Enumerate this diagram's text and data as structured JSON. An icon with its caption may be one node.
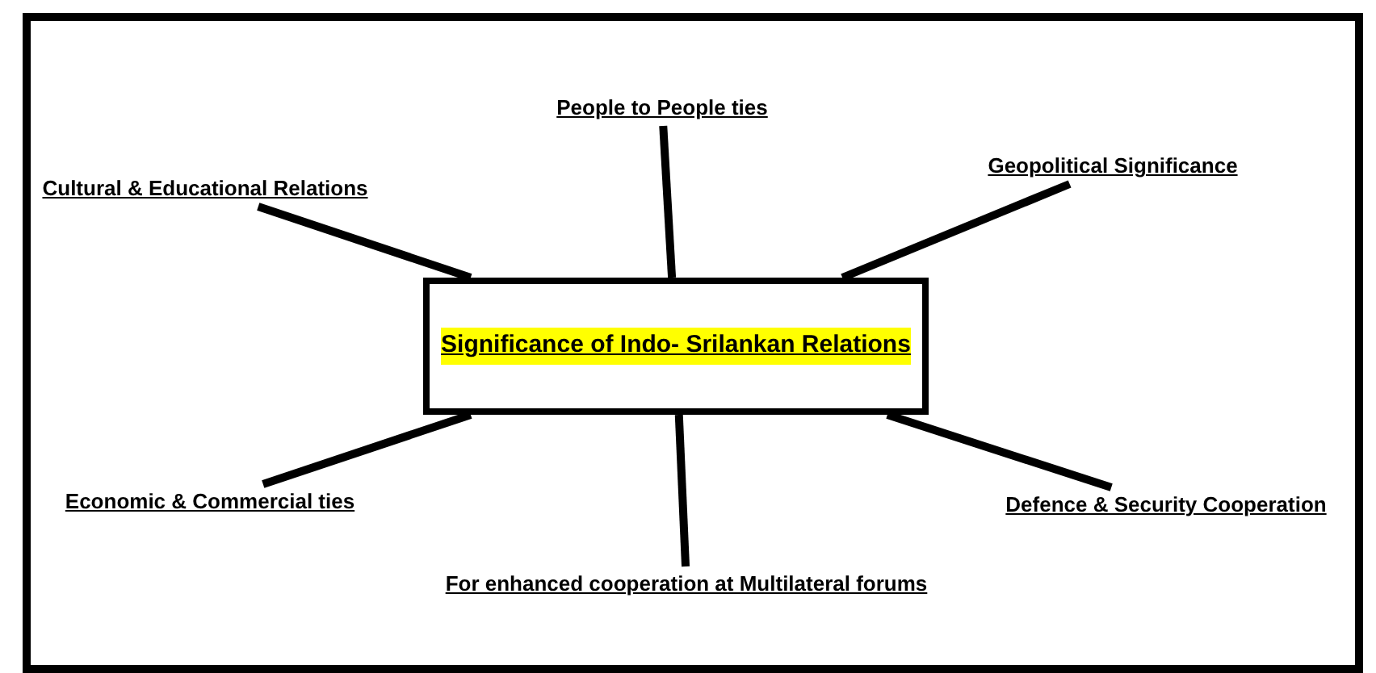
{
  "diagram": {
    "nodes": [
      {
        "text": [
          "Significance of Indo- Srilankan Relations"
        ]
      },
      {
        "text": [
          "People to People ties"
        ]
      },
      {
        "text": [
          "Cultural & Educational Relations"
        ]
      },
      {
        "text": [
          "Geopolitical Significance"
        ]
      },
      {
        "text": [
          "Economic & Commercial ties"
        ]
      },
      {
        "text": [
          "Defence & Security Cooperation"
        ]
      },
      {
        "text": [
          "For enhanced cooperation at Multilateral forums"
        ]
      }
    ],
    "edges": [
      {
        "from": 0,
        "to": 1,
        "arrow": "none"
      },
      {
        "from": 0,
        "to": 2,
        "arrow": "none"
      },
      {
        "from": 0,
        "to": 3,
        "arrow": "none"
      },
      {
        "from": 0,
        "to": 4,
        "arrow": "none"
      },
      {
        "from": 0,
        "to": 5,
        "arrow": "none"
      },
      {
        "from": 0,
        "to": 6,
        "arrow": "none"
      }
    ]
  }
}
